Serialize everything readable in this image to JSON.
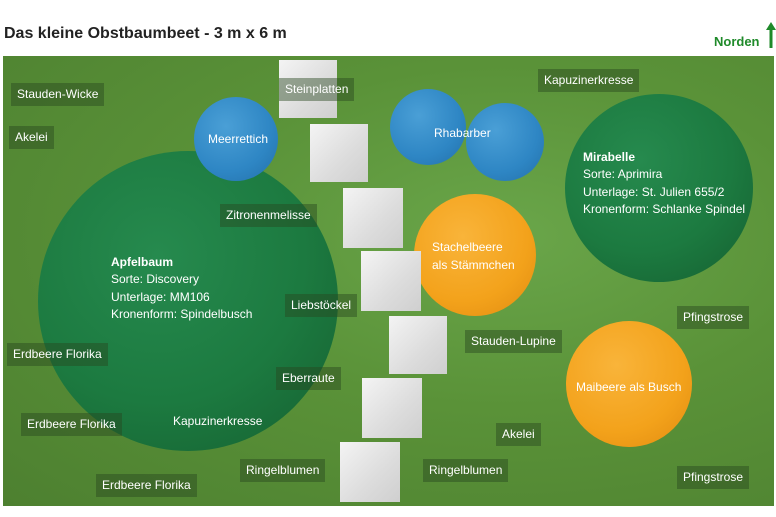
{
  "title": "Das kleine Obstbaumbeet - 3 m x 6 m",
  "north": {
    "label": "Norden",
    "color": "#1f8a2a"
  },
  "colors": {
    "bed": "#5a9238",
    "tree": "#1c7a40",
    "shrub_blue": "#2e86c4",
    "shrub_orange": "#f3a21b",
    "stone": "#dcdcdc"
  },
  "apfelbaum": {
    "name": "Apfelbaum",
    "sorte": "Sorte: Discovery",
    "unterlage": "Unterlage: MM106",
    "kronenform": "Kronenform: Spindelbusch"
  },
  "mirabelle": {
    "name": "Mirabelle",
    "sorte": "Sorte: Aprimira",
    "unterlage": "Unterlage: St. Julien 655/2",
    "kronenform": "Kronenform: Schlanke Spindel"
  },
  "labels": {
    "stauden_wicke": "Stauden-Wicke",
    "akelei_left": "Akelei",
    "steinplatten": "Steinplatten",
    "meerrettich": "Meerrettich",
    "rhabarber": "Rhabarber",
    "kapuzinerkresse_top": "Kapuzinerkresse",
    "zitronenmelisse": "Zitronenmelisse",
    "stachelbeere_1": "Stachelbeere",
    "stachelbeere_2": "als Stämmchen",
    "liebstoeckel": "Liebstöckel",
    "pfingstrose_top": "Pfingstrose",
    "stauden_lupine": "Stauden-Lupine",
    "erdbeere_1": "Erdbeere Florika",
    "eberraute": "Eberraute",
    "maibeere": "Maibeere als Busch",
    "erdbeere_2": "Erdbeere Florika",
    "kapuzinerkresse_bottom": "Kapuzinerkresse",
    "akelei_right": "Akelei",
    "ringelblumen_left": "Ringelblumen",
    "ringelblumen_right": "Ringelblumen",
    "pfingstrose_bottom": "Pfingstrose",
    "erdbeere_3": "Erdbeere Florika"
  }
}
